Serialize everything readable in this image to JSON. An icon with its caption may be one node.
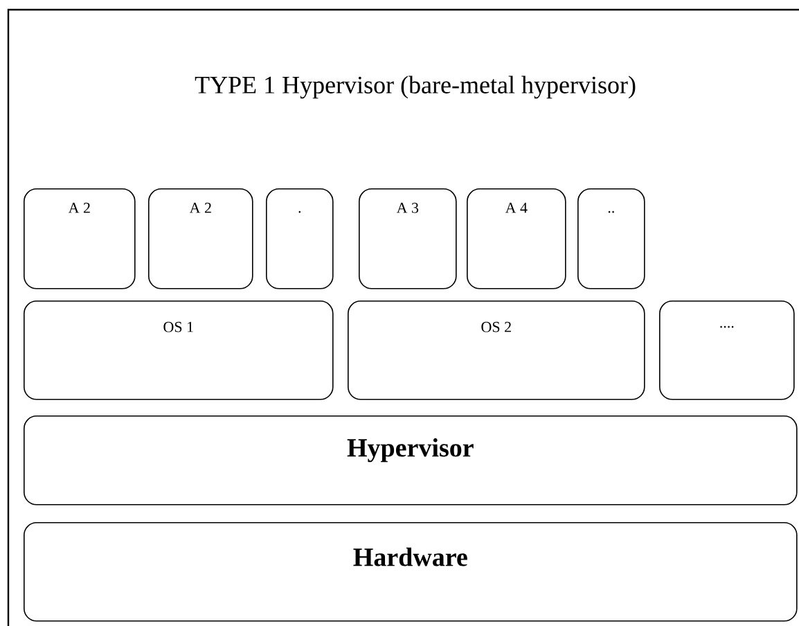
{
  "diagram": {
    "nodes": [
      {
        "text": [
          "TYPE 1 Hypervisor (bare-metal hypervisor)"
        ]
      },
      {
        "text": [
          "A 2"
        ],
        "in": 0
      },
      {
        "text": [
          "A 2"
        ],
        "in": 0
      },
      {
        "text": [
          "."
        ],
        "in": 0
      },
      {
        "text": [
          "A 3"
        ],
        "in": 0
      },
      {
        "text": [
          "A 4"
        ],
        "in": 0
      },
      {
        "text": [
          ".."
        ],
        "in": 0
      },
      {
        "text": [
          "OS 1"
        ],
        "in": 0
      },
      {
        "text": [
          "OS 2"
        ],
        "in": 0
      },
      {
        "text": [
          "...."
        ],
        "in": 0
      },
      {
        "text": [
          "Hypervisor"
        ],
        "in": 0
      },
      {
        "text": [
          "Hardware"
        ],
        "in": 0
      }
    ]
  }
}
